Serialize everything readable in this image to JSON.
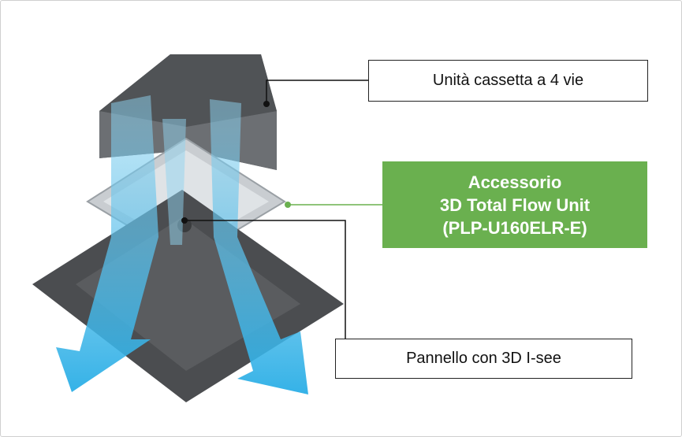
{
  "labels": {
    "unit": "Unità cassetta a 4 vie",
    "accessory_line1": "Accessorio",
    "accessory_line2": "3D Total Flow Unit",
    "accessory_line3": "(PLP-U160ELR-E)",
    "panel": "Pannello con 3D I-see"
  },
  "colors": {
    "accent_green": "#6ab04f",
    "airflow_blue": "#3ab4e6",
    "unit_gray": "#5a5d60",
    "panel_gray": "#4a4c4f"
  }
}
